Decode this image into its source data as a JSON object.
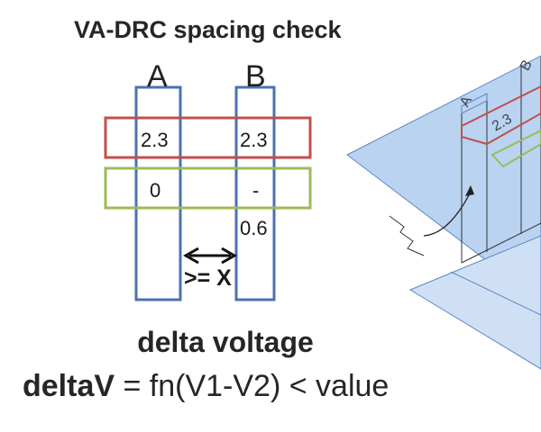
{
  "title": "VA-DRC spacing check",
  "columns": [
    {
      "label": "A",
      "top_value": "2.3",
      "bottom_value": "0"
    },
    {
      "label": "B",
      "top_value": "2.3",
      "bottom_value": "-",
      "bottom_value_2": "0.6"
    }
  ],
  "spacing_label": ">= X",
  "heading": "delta voltage",
  "formula": {
    "bold_part": "deltaV",
    "rest": " = fn(V1-V2) < value"
  },
  "perspective_view": {
    "labels": [
      "A",
      "B",
      "2.3"
    ]
  },
  "colors": {
    "column_border": "#4a72b0",
    "red_band": "#c0504d",
    "green_band": "#9bbb59",
    "plane_fill": "#b9d3f0",
    "plane_edge": "#5b87c5"
  }
}
